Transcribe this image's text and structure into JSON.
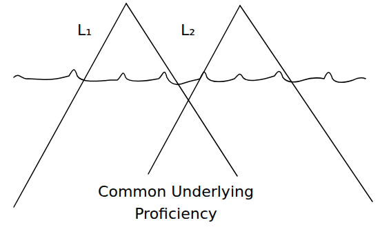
{
  "diagram": {
    "labels": [
      "L₁",
      "L₂",
      "Common Underlying Proficiency"
    ]
  }
}
